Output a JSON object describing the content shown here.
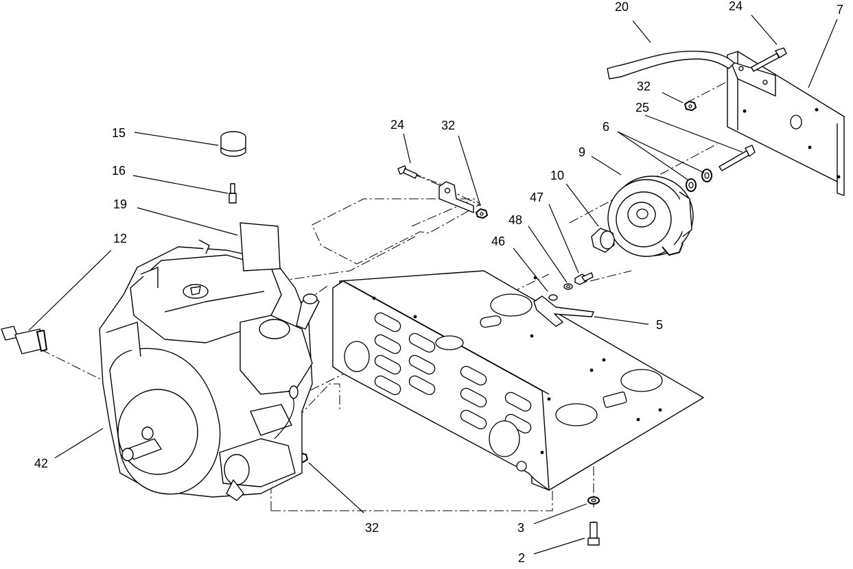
{
  "callouts": [
    {
      "id": "c20",
      "label": "20"
    },
    {
      "id": "c24a",
      "label": "24"
    },
    {
      "id": "c7",
      "label": "7"
    },
    {
      "id": "c32a",
      "label": "32"
    },
    {
      "id": "c25",
      "label": "25"
    },
    {
      "id": "c6",
      "label": "6"
    },
    {
      "id": "c9",
      "label": "9"
    },
    {
      "id": "c10",
      "label": "10"
    },
    {
      "id": "c24b",
      "label": "24"
    },
    {
      "id": "c32b",
      "label": "32"
    },
    {
      "id": "c15",
      "label": "15"
    },
    {
      "id": "c16",
      "label": "16"
    },
    {
      "id": "c19",
      "label": "19"
    },
    {
      "id": "c12",
      "label": "12"
    },
    {
      "id": "c47",
      "label": "47"
    },
    {
      "id": "c48",
      "label": "48"
    },
    {
      "id": "c46",
      "label": "46"
    },
    {
      "id": "c5",
      "label": "5"
    },
    {
      "id": "c42",
      "label": "42"
    },
    {
      "id": "c32c",
      "label": "32"
    },
    {
      "id": "c3",
      "label": "3"
    },
    {
      "id": "c2",
      "label": "2"
    }
  ]
}
